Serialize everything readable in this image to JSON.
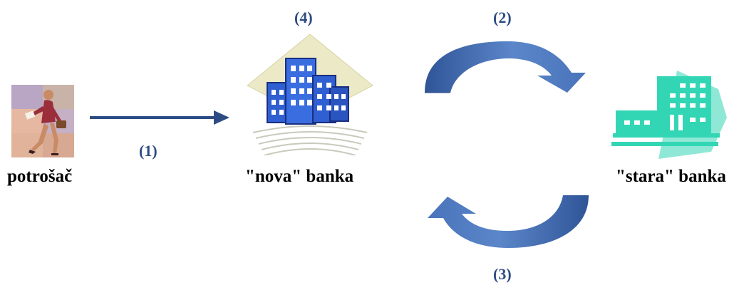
{
  "labels": {
    "consumer": "potrošač",
    "new_bank": "\"nova\" banka",
    "old_bank": "\"stara\" banka"
  },
  "steps": {
    "s1": "(1)",
    "s2": "(2)",
    "s3": "(3)",
    "s4": "(4)"
  },
  "colors": {
    "step_label": "#2e4c84",
    "arrow_dark": "#2f5597",
    "arrow_light": "#5b86c9",
    "new_bank_building": "#2f5fd0",
    "old_bank_building": "#33d6b4"
  },
  "icons": {
    "consumer": "person-walking-icon",
    "new_bank": "office-buildings-icon",
    "old_bank": "hospital-building-icon"
  }
}
